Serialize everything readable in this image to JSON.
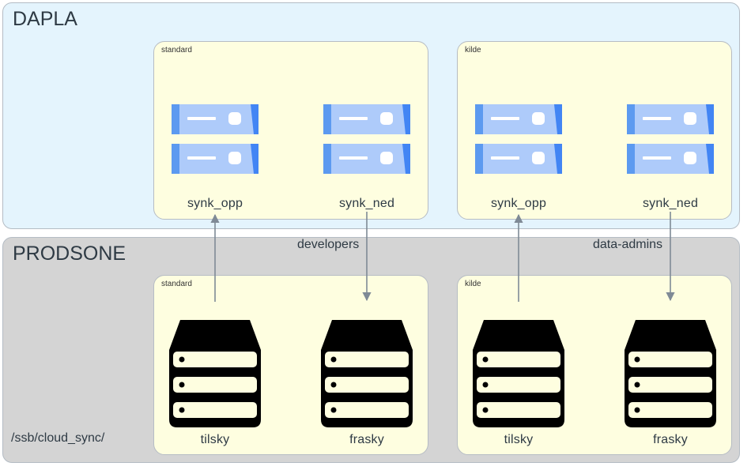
{
  "clusters": {
    "dapla": {
      "title": "DAPLA",
      "groups": [
        {
          "title": "standard",
          "nodes": [
            "synk_opp",
            "synk_ned"
          ]
        },
        {
          "title": "kilde",
          "nodes": [
            "synk_opp",
            "synk_ned"
          ]
        }
      ]
    },
    "prodsone": {
      "title": "PRODSONE",
      "path": "/ssb/cloud_sync/",
      "groups": [
        {
          "title": "standard",
          "nodes": [
            "tilsky",
            "frasky"
          ]
        },
        {
          "title": "kilde",
          "nodes": [
            "tilsky",
            "frasky"
          ]
        }
      ]
    }
  },
  "edge_labels": [
    "developers",
    "data-admins"
  ],
  "icons": {
    "bucket": "storage-bucket-icon",
    "server": "server-stack-icon"
  },
  "colors": {
    "dapla_bg": "#e4f4fd",
    "prodsone_bg": "#d4d4d4",
    "group_bg": "#fefee0",
    "edge": "#7f8a96",
    "bucket_light": "#aecbfa",
    "bucket_dark": "#5c9af0"
  }
}
